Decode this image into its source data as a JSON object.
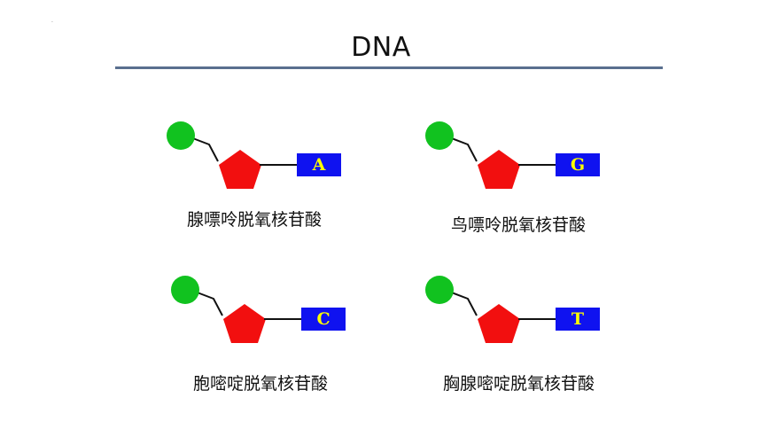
{
  "title": "DNA",
  "colors": {
    "phosphate": "#11c21f",
    "sugar": "#f20f0f",
    "base_box": "#0f12f0",
    "base_text": "#ffff00",
    "rule": "#5a6f8f"
  },
  "nucleotides": [
    {
      "base": "A",
      "name": "腺嘌呤脱氧核苷酸"
    },
    {
      "base": "G",
      "name": "鸟嘌呤脱氧核苷酸"
    },
    {
      "base": "C",
      "name": "胞嘧啶脱氧核苷酸"
    },
    {
      "base": "T",
      "name": "胸腺嘧啶脱氧核苷酸"
    }
  ]
}
